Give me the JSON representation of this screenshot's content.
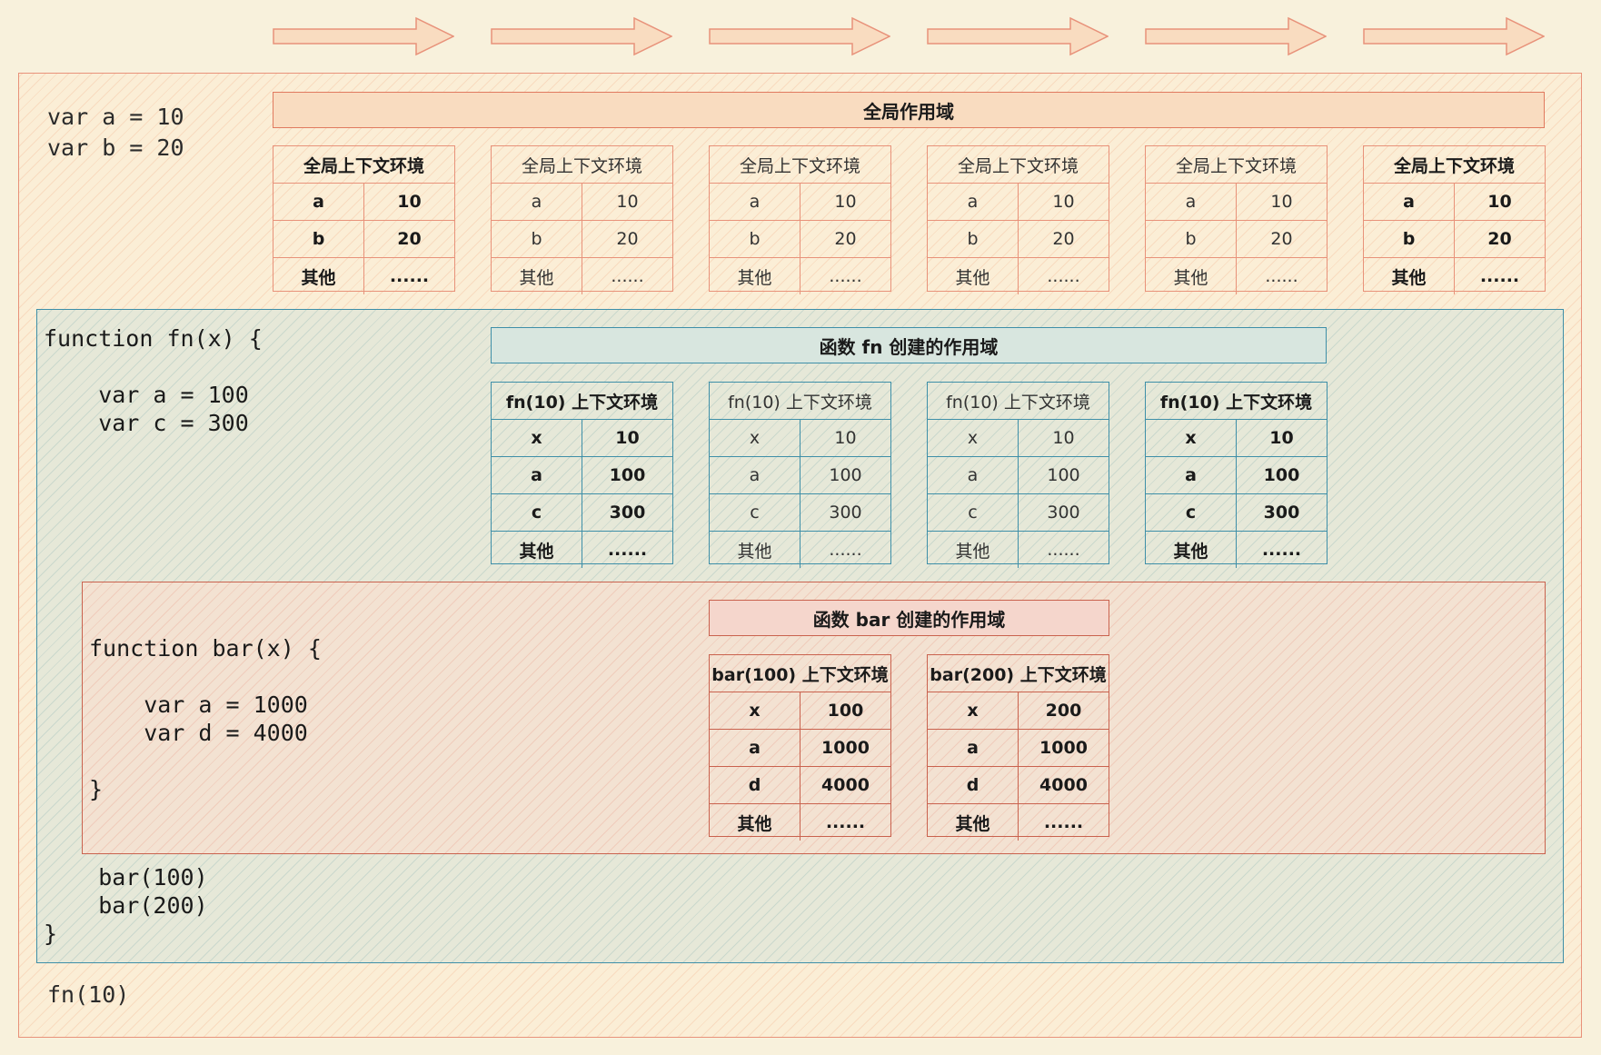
{
  "code": {
    "global_lines": "var a = 10\nvar b = 20",
    "fn_lines": "function fn(x) {\n\n    var a = 100\n    var c = 300",
    "bar_lines": "function bar(x) {\n\n    var a = 1000\n    var d = 4000\n\n}",
    "fn_tail": "    bar(100)\n    bar(200)\n}",
    "call": "fn(10)"
  },
  "scopes": {
    "global": "全局作用域",
    "fn": "函数 fn 创建的作用域",
    "bar": "函数 bar 创建的作用域"
  },
  "global_contexts": [
    {
      "title": "全局上下文环境",
      "rows": [
        [
          "a",
          "10"
        ],
        [
          "b",
          "20"
        ],
        [
          "其他",
          "......"
        ]
      ]
    },
    {
      "title": "全局上下文环境",
      "rows": [
        [
          "a",
          "10"
        ],
        [
          "b",
          "20"
        ],
        [
          "其他",
          "......"
        ]
      ]
    },
    {
      "title": "全局上下文环境",
      "rows": [
        [
          "a",
          "10"
        ],
        [
          "b",
          "20"
        ],
        [
          "其他",
          "......"
        ]
      ]
    },
    {
      "title": "全局上下文环境",
      "rows": [
        [
          "a",
          "10"
        ],
        [
          "b",
          "20"
        ],
        [
          "其他",
          "......"
        ]
      ]
    },
    {
      "title": "全局上下文环境",
      "rows": [
        [
          "a",
          "10"
        ],
        [
          "b",
          "20"
        ],
        [
          "其他",
          "......"
        ]
      ]
    },
    {
      "title": "全局上下文环境",
      "rows": [
        [
          "a",
          "10"
        ],
        [
          "b",
          "20"
        ],
        [
          "其他",
          "......"
        ]
      ]
    }
  ],
  "fn_contexts": [
    {
      "title": "fn(10) 上下文环境",
      "rows": [
        [
          "x",
          "10"
        ],
        [
          "a",
          "100"
        ],
        [
          "c",
          "300"
        ],
        [
          "其他",
          "......"
        ]
      ]
    },
    {
      "title": "fn(10) 上下文环境",
      "rows": [
        [
          "x",
          "10"
        ],
        [
          "a",
          "100"
        ],
        [
          "c",
          "300"
        ],
        [
          "其他",
          "......"
        ]
      ]
    },
    {
      "title": "fn(10) 上下文环境",
      "rows": [
        [
          "x",
          "10"
        ],
        [
          "a",
          "100"
        ],
        [
          "c",
          "300"
        ],
        [
          "其他",
          "......"
        ]
      ]
    },
    {
      "title": "fn(10) 上下文环境",
      "rows": [
        [
          "x",
          "10"
        ],
        [
          "a",
          "100"
        ],
        [
          "c",
          "300"
        ],
        [
          "其他",
          "......"
        ]
      ]
    }
  ],
  "bar_contexts": [
    {
      "title": "bar(100) 上下文环境",
      "rows": [
        [
          "x",
          "100"
        ],
        [
          "a",
          "1000"
        ],
        [
          "d",
          "4000"
        ],
        [
          "其他",
          "......"
        ]
      ]
    },
    {
      "title": "bar(200) 上下文环境",
      "rows": [
        [
          "x",
          "200"
        ],
        [
          "a",
          "1000"
        ],
        [
          "d",
          "4000"
        ],
        [
          "其他",
          "......"
        ]
      ]
    }
  ]
}
